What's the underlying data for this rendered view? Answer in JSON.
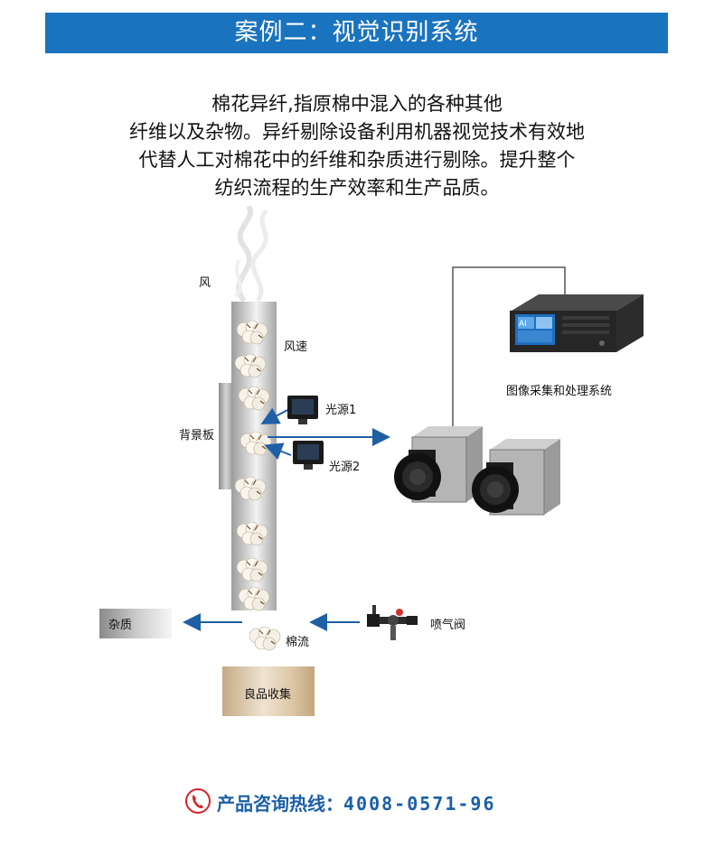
{
  "banner": {
    "title": "案例二：视觉识别系统"
  },
  "intro": {
    "lines": [
      "棉花异纤,指原棉中混入的各种其他",
      "纤维以及杂物。异纤剔除设备利用机器视觉技术有效地",
      "代替人工对棉花中的纤维和杂质进行剔除。提升整个",
      "纺织流程的生产效率和生产品质。"
    ]
  },
  "diagram": {
    "labels": {
      "wind": "风",
      "wind_speed": "风速",
      "backboard": "背景板",
      "light1": "光源1",
      "light2": "光源2",
      "system": "图像采集和处理系统",
      "impurity": "杂质",
      "cotton_flow": "棉流",
      "valve": "喷气阀",
      "good_collect": "良品收集"
    },
    "screen_text": "AI",
    "colors": {
      "arrow": "#1f5fa6",
      "banner": "#1a73bf",
      "phone": "#d8232a"
    }
  },
  "footer": {
    "label": "产品咨询热线：",
    "phone": "4008-0571-96",
    "icon": "phone-icon"
  }
}
